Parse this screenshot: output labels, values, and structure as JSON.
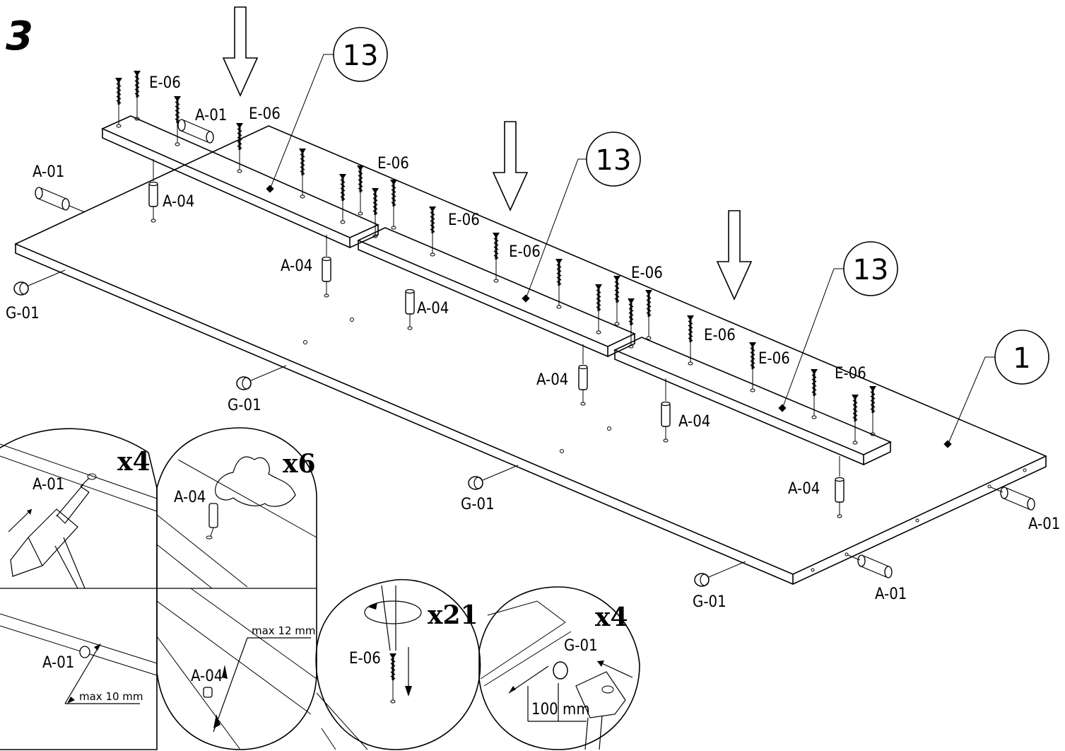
{
  "step": "3",
  "callouts": [
    "13",
    "13",
    "13",
    "1"
  ],
  "parts": {
    "e06": "E-06",
    "a01": "A-01",
    "a04": "A-04",
    "g01": "G-01"
  },
  "details": {
    "x4_a": "x4",
    "x6": "x6",
    "x21": "x21",
    "x4_b": "x4",
    "max10": "max 10 mm",
    "max12": "max 12 mm",
    "mm100": "100 mm"
  }
}
